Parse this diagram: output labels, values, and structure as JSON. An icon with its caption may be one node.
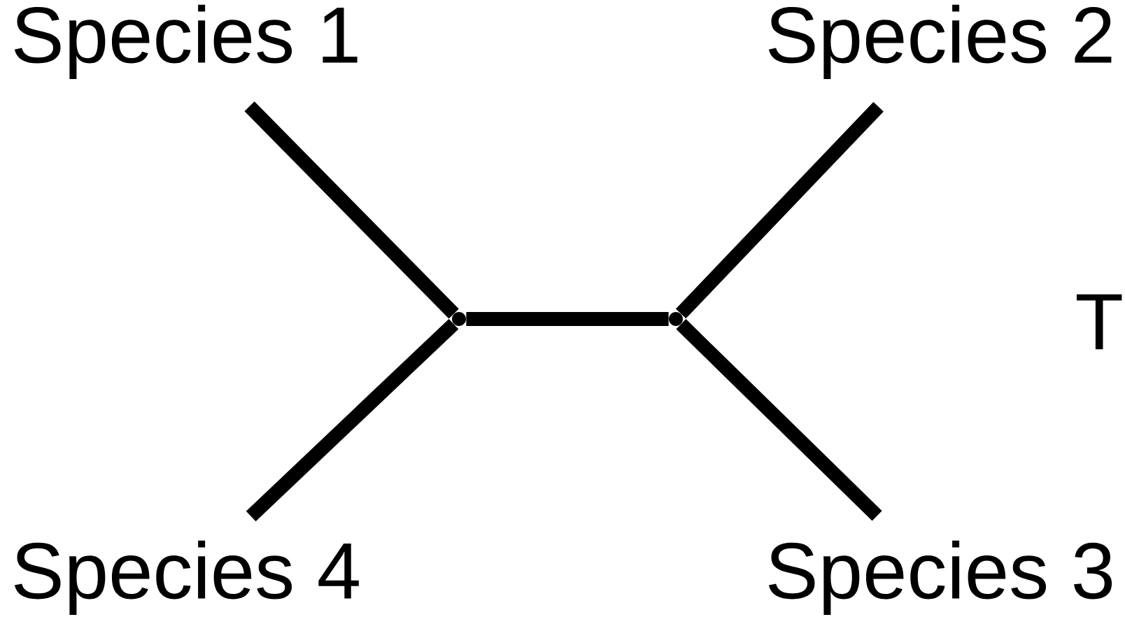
{
  "diagram": {
    "nodes": [
      {
        "text": [
          "Species 1"
        ]
      },
      {
        "text": [
          "Species 2"
        ]
      },
      {
        "text": [
          "Species 4"
        ]
      },
      {
        "text": [
          "Species 3"
        ]
      },
      {
        "text": [],
        "shape": "point"
      },
      {
        "text": [],
        "shape": "point"
      }
    ],
    "edges": [
      {
        "from": 0,
        "to": 4,
        "arrow": "none"
      },
      {
        "from": 1,
        "to": 5,
        "arrow": "none"
      },
      {
        "from": 4,
        "to": 5,
        "arrow": "none"
      },
      {
        "from": 4,
        "to": 2,
        "arrow": "none"
      },
      {
        "from": 5,
        "to": 3,
        "arrow": "none"
      }
    ],
    "labels": [
      "T"
    ]
  }
}
